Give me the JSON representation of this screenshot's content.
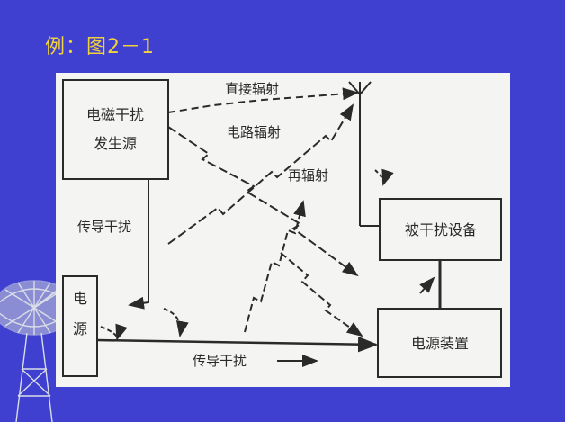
{
  "slide": {
    "title": "例：图2－1"
  },
  "diagram": {
    "boxes": {
      "source_line1": "电磁干扰",
      "source_line2": "发生源",
      "power_line1": "电",
      "power_line2": "源",
      "victim": "被干扰设备",
      "power_device": "电源装置"
    },
    "labels": {
      "direct_radiation": "直接辐射",
      "circuit_radiation": "电路辐射",
      "re_radiation": "再辐射",
      "conducted_left": "传导干扰",
      "conducted_bottom": "传导干扰"
    }
  }
}
